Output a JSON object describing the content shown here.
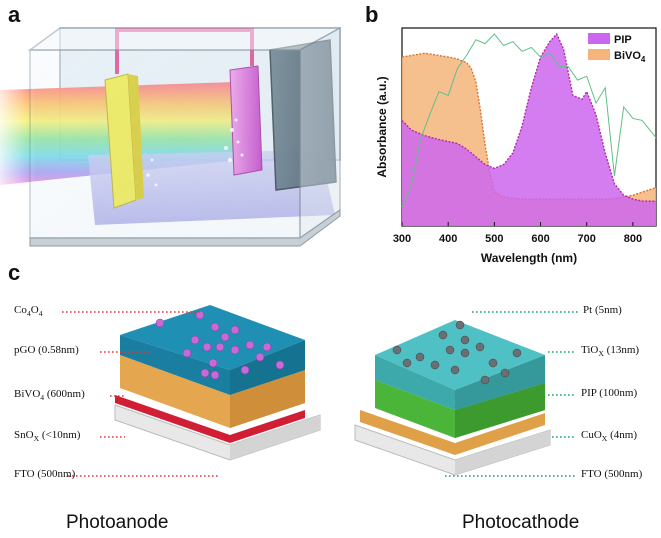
{
  "panels": {
    "a": "a",
    "b": "b",
    "c": "c"
  },
  "colors": {
    "pip": "#cc66ee",
    "pip_line": "#b22aa8",
    "bivo4": "#f5b47a",
    "bivo4_line": "#d8742e",
    "solar": "#5fc087",
    "pink_wire": "#e0408a",
    "anode_dots": "#cc2244",
    "cathode_dots": "#22aa66"
  },
  "chart_data": {
    "type": "area",
    "xlabel": "Wavelength (nm)",
    "ylabel": "Absorbance (a.u.)",
    "xlim": [
      300,
      850
    ],
    "x_ticks": [
      "300",
      "400",
      "500",
      "600",
      "700",
      "800"
    ],
    "legend_position": "top-right",
    "series": [
      {
        "name": "PIP",
        "x": [
          300,
          320,
          350,
          380,
          400,
          420,
          440,
          460,
          480,
          500,
          520,
          540,
          560,
          580,
          600,
          620,
          635,
          650,
          670,
          690,
          700,
          720,
          740,
          760,
          780,
          800,
          820,
          850
        ],
        "values": [
          0.55,
          0.5,
          0.47,
          0.45,
          0.44,
          0.43,
          0.4,
          0.36,
          0.32,
          0.3,
          0.32,
          0.38,
          0.52,
          0.72,
          0.88,
          0.96,
          1.0,
          0.92,
          0.68,
          0.66,
          0.7,
          0.58,
          0.38,
          0.22,
          0.16,
          0.14,
          0.13,
          0.13
        ]
      },
      {
        "name": "BiVO4",
        "x": [
          300,
          350,
          400,
          420,
          440,
          450,
          460,
          470,
          480,
          490,
          500,
          520,
          560,
          600,
          650,
          700,
          750,
          800,
          850
        ],
        "values": [
          0.88,
          0.9,
          0.88,
          0.87,
          0.85,
          0.82,
          0.75,
          0.6,
          0.42,
          0.28,
          0.18,
          0.15,
          0.14,
          0.14,
          0.14,
          0.14,
          0.14,
          0.16,
          0.2
        ]
      }
    ],
    "legend": [
      {
        "label": "PIP",
        "color": "#cc66ee"
      },
      {
        "label_main": "BiVO",
        "label_sub": "4",
        "color": "#f5b47a"
      }
    ]
  },
  "solar_spectrum": {
    "x": [
      300,
      320,
      340,
      360,
      380,
      400,
      420,
      440,
      460,
      480,
      500,
      520,
      540,
      560,
      580,
      600,
      620,
      640,
      660,
      680,
      700,
      720,
      740,
      760,
      780,
      800,
      820,
      850
    ],
    "values": [
      0.1,
      0.25,
      0.45,
      0.62,
      0.7,
      0.72,
      0.82,
      0.93,
      0.97,
      0.99,
      1.0,
      0.98,
      0.96,
      0.95,
      0.93,
      0.92,
      0.9,
      0.87,
      0.83,
      0.8,
      0.78,
      0.68,
      0.72,
      0.3,
      0.62,
      0.6,
      0.55,
      0.5
    ]
  },
  "photoanode": {
    "caption": "Photoanode",
    "layers": [
      {
        "main": "Co",
        "s1": "4",
        "mid": "O",
        "s2": "4",
        "rest": ""
      },
      {
        "main": "pGO",
        "s1": "",
        "mid": "",
        "s2": "",
        "rest": " (0.58nm)"
      },
      {
        "main": "BiVO",
        "s1": "4",
        "mid": "",
        "s2": "",
        "rest": " (600nm)"
      },
      {
        "main": "SnO",
        "s1": "X",
        "mid": "",
        "s2": "",
        "rest": " (<10nm)"
      },
      {
        "main": "FTO",
        "s1": "",
        "mid": "",
        "s2": "",
        "rest": " (500nm)"
      }
    ]
  },
  "photocathode": {
    "caption": "Photocathode",
    "layers": [
      {
        "main": "Pt",
        "s1": "",
        "rest": " (5nm)"
      },
      {
        "main": "TiO",
        "s1": "X",
        "rest": " (13nm)"
      },
      {
        "main": "PIP",
        "s1": "",
        "rest": " (100nm)"
      },
      {
        "main": "CuO",
        "s1": "X",
        "rest": " (4nm)"
      },
      {
        "main": "FTO",
        "s1": "",
        "rest": " (500nm)"
      }
    ]
  }
}
